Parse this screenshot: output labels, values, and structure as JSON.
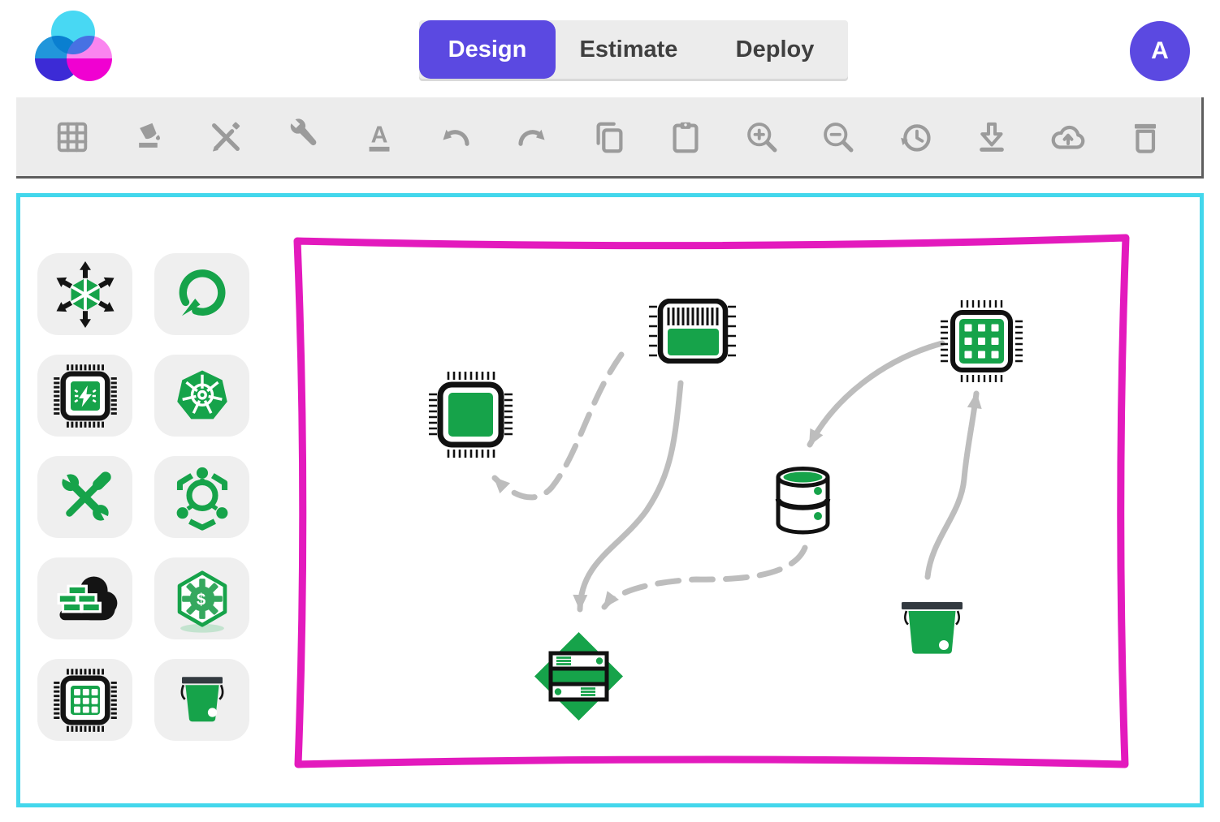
{
  "header": {
    "tabs": [
      {
        "label": "Design",
        "active": true
      },
      {
        "label": "Estimate",
        "active": false
      },
      {
        "label": "Deploy",
        "active": false
      }
    ],
    "avatar_label": "A"
  },
  "toolbar": {
    "icons": [
      "grid",
      "fill-color",
      "design-tools",
      "wrench",
      "underline-text",
      "undo",
      "redo",
      "copy",
      "paste",
      "zoom-in",
      "zoom-out",
      "history",
      "download",
      "cloud-upload",
      "delete"
    ],
    "underline_glyph": "A"
  },
  "palette": {
    "items": [
      "scale-out-hexagon",
      "gauge",
      "chip-bolt",
      "kubernetes",
      "tools",
      "service-mesh",
      "firewall-cloud",
      "cost-gear",
      "chip-grid",
      "storage-bucket"
    ],
    "cost_gear_glyph": "$"
  },
  "canvas": {
    "nodes": [
      {
        "id": "chip-plain",
        "type": "processor-chip"
      },
      {
        "id": "chip-ram",
        "type": "memory-chip"
      },
      {
        "id": "chip-grid",
        "type": "multicore-chip"
      },
      {
        "id": "database",
        "type": "database-cylinder"
      },
      {
        "id": "server-stack",
        "type": "server-on-diamond"
      },
      {
        "id": "bucket",
        "type": "storage-bucket"
      }
    ],
    "edges": [
      {
        "from": "chip-ram",
        "to": "chip-plain",
        "style": "dashed"
      },
      {
        "from": "chip-ram",
        "to": "server-stack",
        "style": "solid"
      },
      {
        "from": "chip-grid",
        "to": "database",
        "style": "solid"
      },
      {
        "from": "database",
        "to": "server-stack",
        "style": "dashed"
      },
      {
        "from": "bucket",
        "to": "chip-grid",
        "style": "solid"
      }
    ]
  },
  "colors": {
    "accent_purple": "#5b49e1",
    "green": "#16a34a",
    "cyan_border": "#43d7ec",
    "magenta_frame": "#e31abd",
    "toolbar_icon": "#9b9b9b",
    "edge_gray": "#bdbdbd"
  }
}
